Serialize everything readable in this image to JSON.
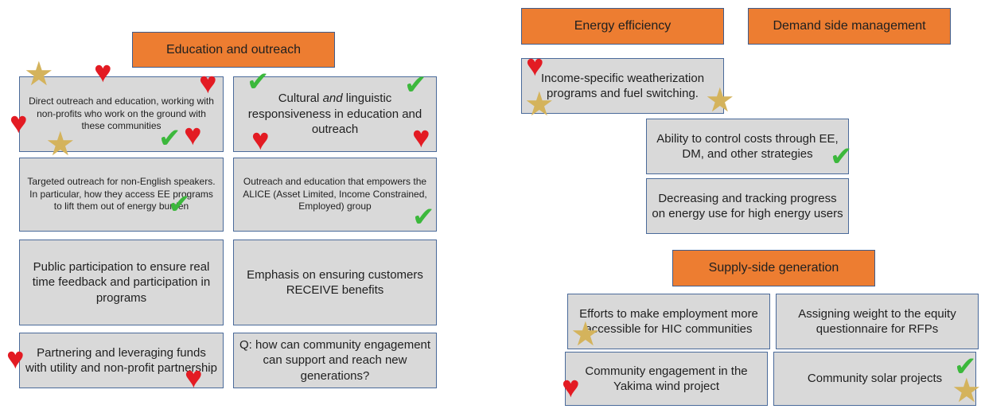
{
  "headers": {
    "education": "Education and outreach",
    "energy_efficiency": "Energy efficiency",
    "demand_side": "Demand side management",
    "supply_side": "Supply-side generation"
  },
  "notes": {
    "direct_outreach": "Direct outreach and education, working with non-profits who work on the ground with these communities",
    "cultural_pre": "Cultural ",
    "cultural_and": "and",
    "cultural_post": " linguistic responsiveness in education and outreach",
    "targeted_outreach": "Targeted outreach for non-English speakers. In particular, how they access EE programs to lift them out of energy burden",
    "alice": "Outreach and education that empowers the ALICE (Asset Limited, Income Constrained, Employed) group",
    "public_participation": "Public participation to ensure real time feedback and participation in programs",
    "emphasis_benefits": "Emphasis on ensuring customers RECEIVE benefits",
    "partnering": "Partnering and leveraging funds with utility and non-profit partnership",
    "question": "Q: how can community engagement can support and reach new generations?",
    "weatherization": "Income-specific weatherization programs and fuel switching.",
    "control_costs": "Ability to control costs through EE, DM, and other strategies",
    "tracking_progress": "Decreasing and tracking progress on energy use for high energy users",
    "employment": "Efforts to make employment more accessible for HIC communities",
    "weight_questionnaire": "Assigning weight to the equity questionnaire for RFPs",
    "yakima": "Community engagement in the Yakima wind project",
    "community_solar": "Community solar projects"
  },
  "colors": {
    "header_fill": "#ed7d31",
    "note_fill": "#d9d9d9",
    "border": "#4a6a9a",
    "heart": "#e31b23",
    "star": "#d4b35c",
    "check": "#3cb83c"
  },
  "icons": {
    "heart": "heart-icon",
    "star": "star-icon",
    "check": "check-icon"
  }
}
